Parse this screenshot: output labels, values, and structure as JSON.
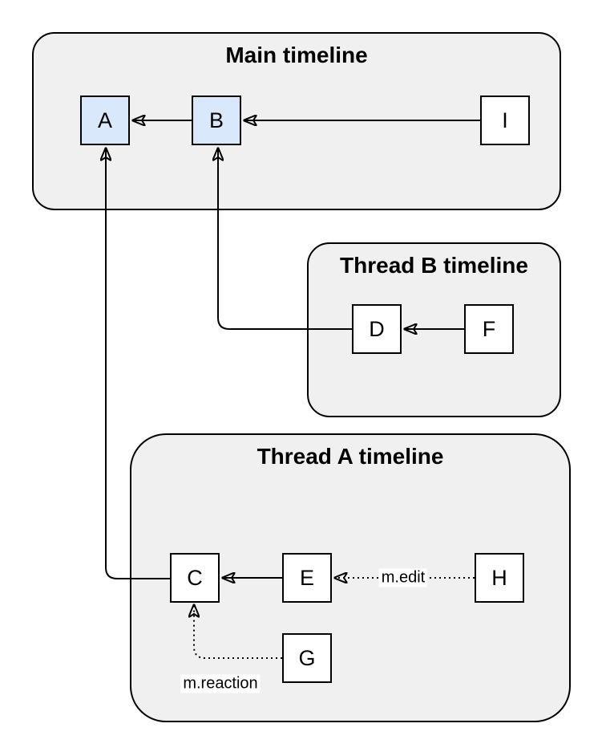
{
  "diagram": {
    "containers": [
      {
        "id": "main-timeline",
        "title": "Main timeline"
      },
      {
        "id": "thread-b-timeline",
        "title": "Thread B timeline"
      },
      {
        "id": "thread-a-timeline",
        "title": "Thread A timeline"
      }
    ],
    "nodes": [
      {
        "id": "A",
        "label": "A",
        "container": "main-timeline",
        "highlighted": true
      },
      {
        "id": "B",
        "label": "B",
        "container": "main-timeline",
        "highlighted": true
      },
      {
        "id": "I",
        "label": "I",
        "container": "main-timeline",
        "highlighted": false
      },
      {
        "id": "D",
        "label": "D",
        "container": "thread-b-timeline",
        "highlighted": false
      },
      {
        "id": "F",
        "label": "F",
        "container": "thread-b-timeline",
        "highlighted": false
      },
      {
        "id": "C",
        "label": "C",
        "container": "thread-a-timeline",
        "highlighted": false
      },
      {
        "id": "E",
        "label": "E",
        "container": "thread-a-timeline",
        "highlighted": false
      },
      {
        "id": "H",
        "label": "H",
        "container": "thread-a-timeline",
        "highlighted": false
      },
      {
        "id": "G",
        "label": "G",
        "container": "thread-a-timeline",
        "highlighted": false
      }
    ],
    "edges": [
      {
        "from": "B",
        "to": "A",
        "style": "solid",
        "label": ""
      },
      {
        "from": "I",
        "to": "B",
        "style": "solid",
        "label": ""
      },
      {
        "from": "F",
        "to": "D",
        "style": "solid",
        "label": ""
      },
      {
        "from": "D",
        "to": "B",
        "style": "solid",
        "label": ""
      },
      {
        "from": "E",
        "to": "C",
        "style": "solid",
        "label": ""
      },
      {
        "from": "C",
        "to": "A",
        "style": "solid",
        "label": ""
      },
      {
        "from": "H",
        "to": "E",
        "style": "dotted",
        "label": "m.edit"
      },
      {
        "from": "G",
        "to": "C",
        "style": "dotted",
        "label": "m.reaction"
      }
    ],
    "colors": {
      "canvas_bg": "#ffffff",
      "container_fill": "#f0f0f0",
      "container_border": "#000000",
      "node_fill": "#ffffff",
      "node_highlight_fill": "#dae8fc",
      "node_border": "#000000",
      "edge_stroke": "#000000",
      "label_text": "#000000"
    }
  }
}
